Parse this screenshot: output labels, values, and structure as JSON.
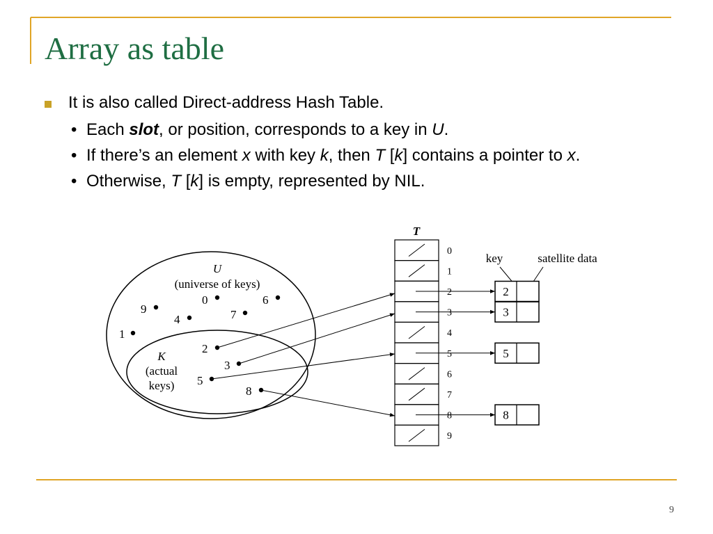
{
  "title": "Array as table",
  "bullet": {
    "text": "It is also called Direct-address Hash Table.",
    "subitems": [
      [
        {
          "t": "Each "
        },
        {
          "t": "slot",
          "s": "bi"
        },
        {
          "t": ", or position, corresponds to a key in "
        },
        {
          "t": "U",
          "s": "i"
        },
        {
          "t": "."
        }
      ],
      [
        {
          "t": "If there’s an element "
        },
        {
          "t": "x",
          "s": "i"
        },
        {
          "t": " with key "
        },
        {
          "t": "k",
          "s": "i"
        },
        {
          "t": ", then "
        },
        {
          "t": "T",
          "s": "i"
        },
        {
          "t": " ["
        },
        {
          "t": "k",
          "s": "i"
        },
        {
          "t": "] contains a pointer to "
        },
        {
          "t": "x",
          "s": "i"
        },
        {
          "t": "."
        }
      ],
      [
        {
          "t": "Otherwise, "
        },
        {
          "t": "T",
          "s": "i"
        },
        {
          "t": " ["
        },
        {
          "t": "k",
          "s": "i"
        },
        {
          "t": "] is empty, represented by NIL."
        }
      ]
    ]
  },
  "diagram": {
    "universe_label": "U",
    "universe_caption": "(universe of keys)",
    "actual_label": "K",
    "actual_caption_1": "(actual",
    "actual_caption_2": "keys)",
    "table_label": "T",
    "key_label": "key",
    "satellite_label": "satellite data",
    "slot_indices": [
      "0",
      "1",
      "2",
      "3",
      "4",
      "5",
      "6",
      "7",
      "8",
      "9"
    ],
    "empty_slots": [
      0,
      1,
      4,
      6,
      7,
      9
    ],
    "universe_keys": [
      "9",
      "0",
      "6",
      "4",
      "7",
      "1"
    ],
    "actual_keys": [
      "2",
      "3",
      "5",
      "8"
    ],
    "stored_keys": [
      "2",
      "3",
      "5",
      "8"
    ]
  },
  "page_number": "9",
  "colors": {
    "title": "#1f6e43",
    "accent_line": "#e0a526",
    "bullet_marker": "#c9a227",
    "text": "#000000"
  }
}
